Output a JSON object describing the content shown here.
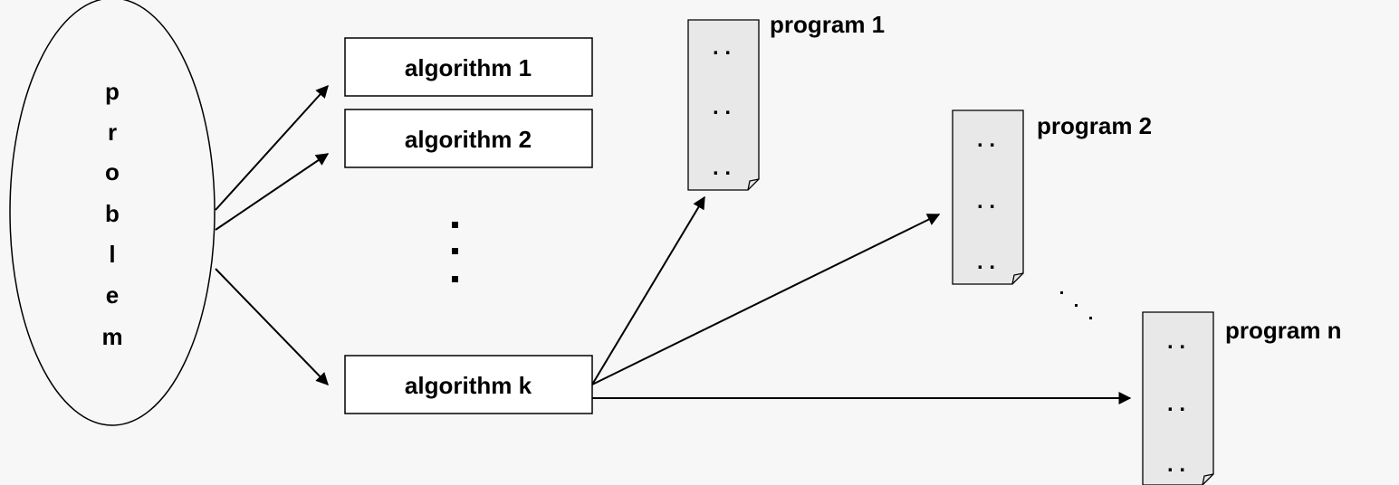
{
  "problem": {
    "letters": [
      "p",
      "r",
      "o",
      "b",
      "l",
      "e",
      "m"
    ]
  },
  "algorithms": {
    "a1": "algorithm 1",
    "a2": "algorithm 2",
    "ak": "algorithm k",
    "ellipsis": ":"
  },
  "programs": {
    "p1": "program 1",
    "p2": "program 2",
    "pn": "program n",
    "dots": ". .",
    "ellipsis": "..."
  },
  "colors": {
    "background": "#f7f7f7",
    "box_fill": "#ffffff",
    "document_fill": "#e8e8e8",
    "stroke": "#000000"
  }
}
